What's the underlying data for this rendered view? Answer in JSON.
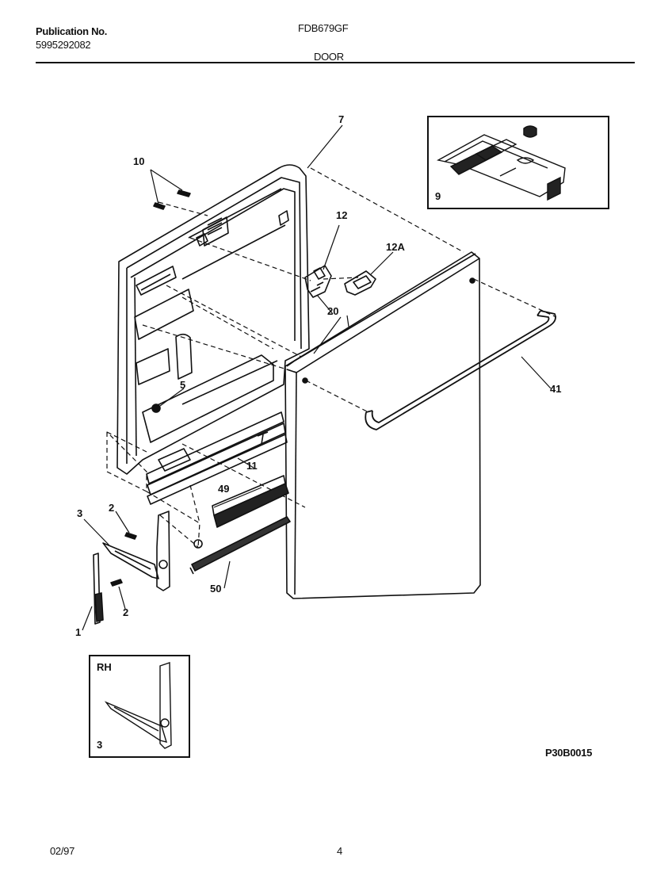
{
  "header": {
    "publication_label": "Publication No.",
    "publication_number": "5995292082",
    "model": "FDB679GF",
    "section": "DOOR"
  },
  "callouts": {
    "c1": "1",
    "c2a": "2",
    "c2b": "2",
    "c3": "3",
    "c5": "5",
    "c7": "7",
    "c9": "9",
    "c10": "10",
    "c11": "11",
    "c12": "12",
    "c12a": "12A",
    "c20": "20",
    "c41": "41",
    "c49": "49",
    "c50": "50"
  },
  "inset_rh": {
    "title": "RH",
    "part": "3"
  },
  "figure_code": "P30B0015",
  "footer": {
    "date": "02/97",
    "page": "4"
  }
}
